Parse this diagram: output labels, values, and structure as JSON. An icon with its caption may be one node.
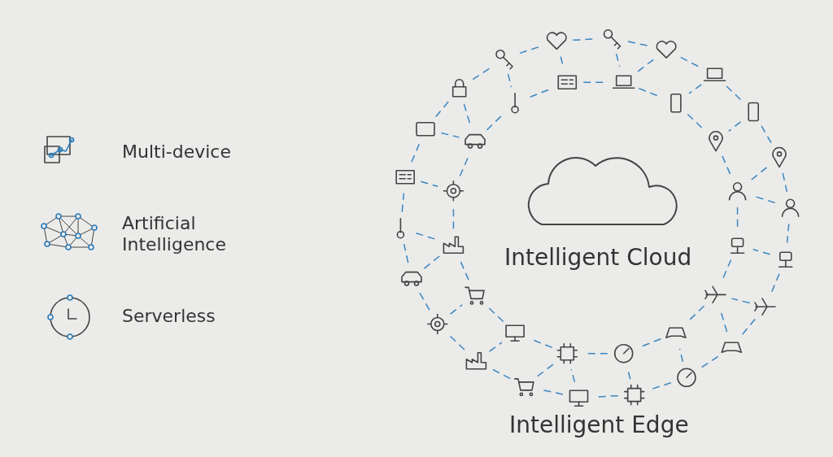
{
  "diagram": {
    "labels": [
      "Multi-device",
      "Artificial Intelligence",
      "Serverless",
      "Intelligent Cloud",
      "Intelligent Edge"
    ]
  }
}
